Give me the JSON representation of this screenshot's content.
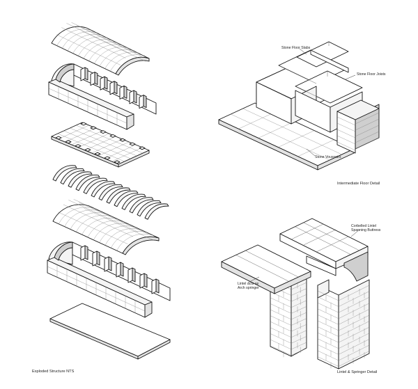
{
  "captions": {
    "left": "Exploded Structure NTS",
    "top_right": "Intermediate Floor Detail",
    "bottom_right": "Lintel & Springer Detail"
  },
  "labels": {
    "stone_floor_slabs": "Stone Floor Slabs",
    "stone_floor_joists": "Stone Floor Joists",
    "stone_voussoirs": "Stone Voussoirs",
    "corbelled_lintel_line1": "Corbelled Lintel",
    "corbelled_lintel_line2": "Spanning Buttress",
    "lintel_arch_line1": "Lintel acts as",
    "lintel_arch_line2": "Arch springer"
  },
  "colors": {
    "line": "#111111",
    "fill_light": "#f4f4f4",
    "fill_mid": "#e3e3e3",
    "fill_dark": "#cfcfcf",
    "background": "#ffffff"
  }
}
